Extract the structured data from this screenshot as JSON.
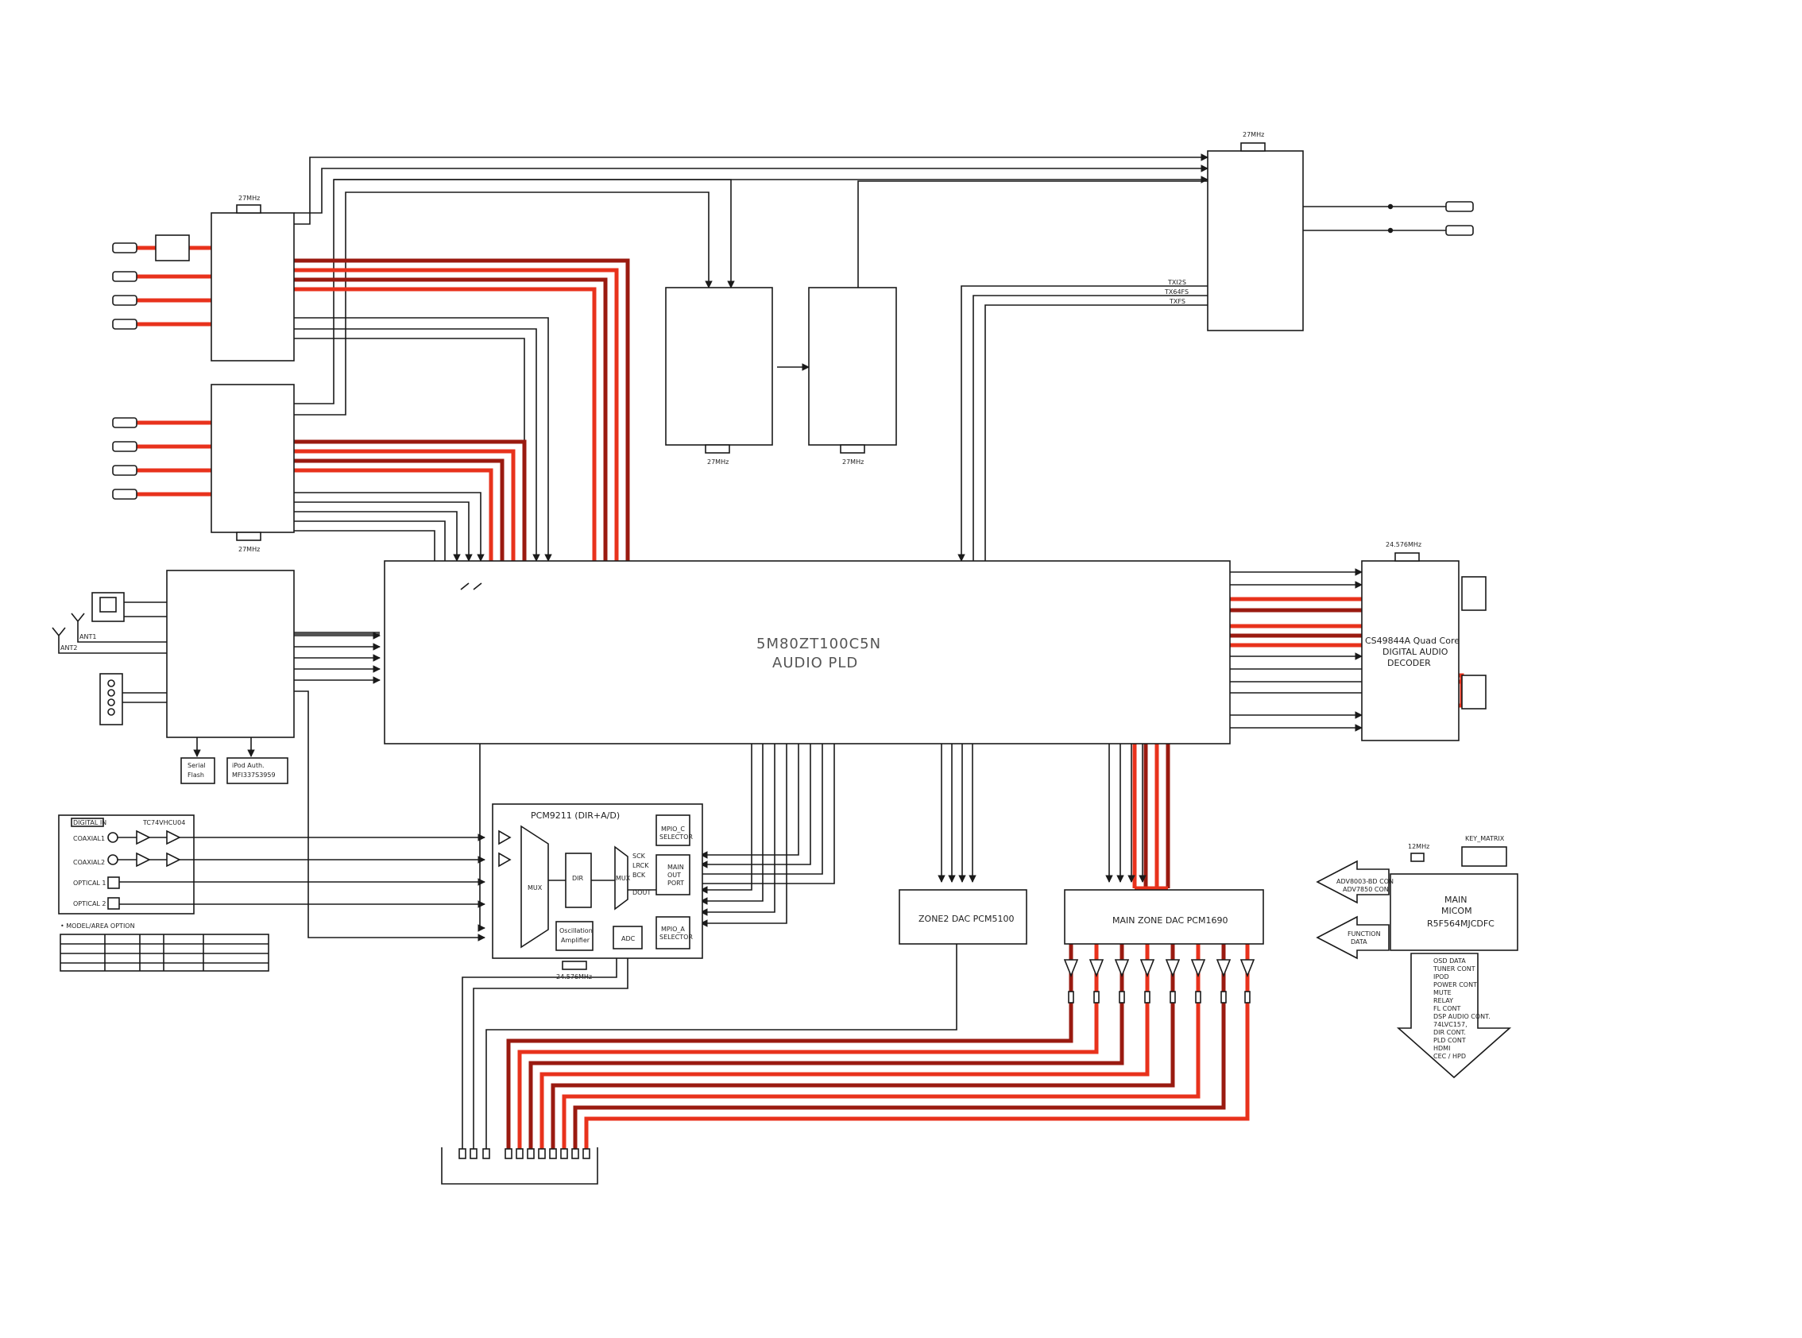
{
  "blocks": {
    "pld_part": "5M80ZT100C5N",
    "pld_name": "AUDIO PLD",
    "decoder_l1": "CS49844A Quad Core",
    "decoder_l2": "DIGITAL AUDIO",
    "decoder_l3": "DECODER",
    "pcm9211": "PCM9211 (DIR+A/D)",
    "mux": "MUX",
    "dir": "DIR",
    "mux2": "MUX",
    "sck": "SCK",
    "lrck": "LRCK",
    "bck": "BCK",
    "dout": "DOUT",
    "mpio_c_l1": "MPIO_C",
    "mpio_c_l2": "SELECTOR",
    "main_out_l1": "MAIN",
    "main_out_l2": "OUT",
    "main_out_l3": "PORT",
    "mpio_a_l1": "MPIO_A",
    "mpio_a_l2": "SELECTOR",
    "osc_l1": "Oscillation",
    "osc_l2": "Amplifier",
    "adc": "ADC",
    "zone2_dac": "ZONE2 DAC PCM5100",
    "main_dac": "MAIN ZONE DAC PCM1690",
    "micom_l1": "MAIN",
    "micom_l2": "MICOM",
    "micom_l3": "R5F564MJCDFC",
    "key_matrix": "KEY_MATRIX",
    "serial_flash_l1": "Serial",
    "serial_flash_l2": "Flash",
    "ipod_l1": "iPod Auth.",
    "ipod_l2": "MFI337S3959"
  },
  "crystals": {
    "hdmi1": "27MHz",
    "hdmi2": "27MHz",
    "video1": "27MHz",
    "video2": "27MHz",
    "tx": "27MHz",
    "decoder": "24.576MHz",
    "pcm9211": "24.576MHz",
    "micom": "12MHz"
  },
  "labels": {
    "ant1": "ANT1",
    "ant2": "ANT2",
    "tx_i2s": "TXI2S",
    "tx_64fs": "TX64FS",
    "tx_fs": "TXFS",
    "digital_in": "DIGITAL IN",
    "buffer_ic": "TC74VHCU04",
    "coaxial1": "COAXIAL1",
    "coaxial2": "COAXIAL2",
    "optical1": "OPTICAL 1",
    "optical2": "OPTICAL 2",
    "model_option": "• MODEL/AREA OPTION",
    "adv_con_l1": "ADV8003-BD CON",
    "adv_con_l2": "ADV7850 CON",
    "function_l1": "FUNCTION",
    "function_l2": "DATA"
  },
  "micom_outputs": [
    "OSD DATA",
    "TUNER CONT",
    "IPOD",
    "POWER CONT",
    "MUTE",
    "RELAY",
    "FL CONT",
    "DSP AUDIO CONT.",
    "74LVC157,",
    "DIR CONT.",
    "PLD CONT",
    "HDMI",
    "CEC / HPD"
  ],
  "colors": {
    "signal_path": "#e8321c",
    "signal_path_dark": "#9a1a10",
    "wire": "#1a1a1a"
  }
}
